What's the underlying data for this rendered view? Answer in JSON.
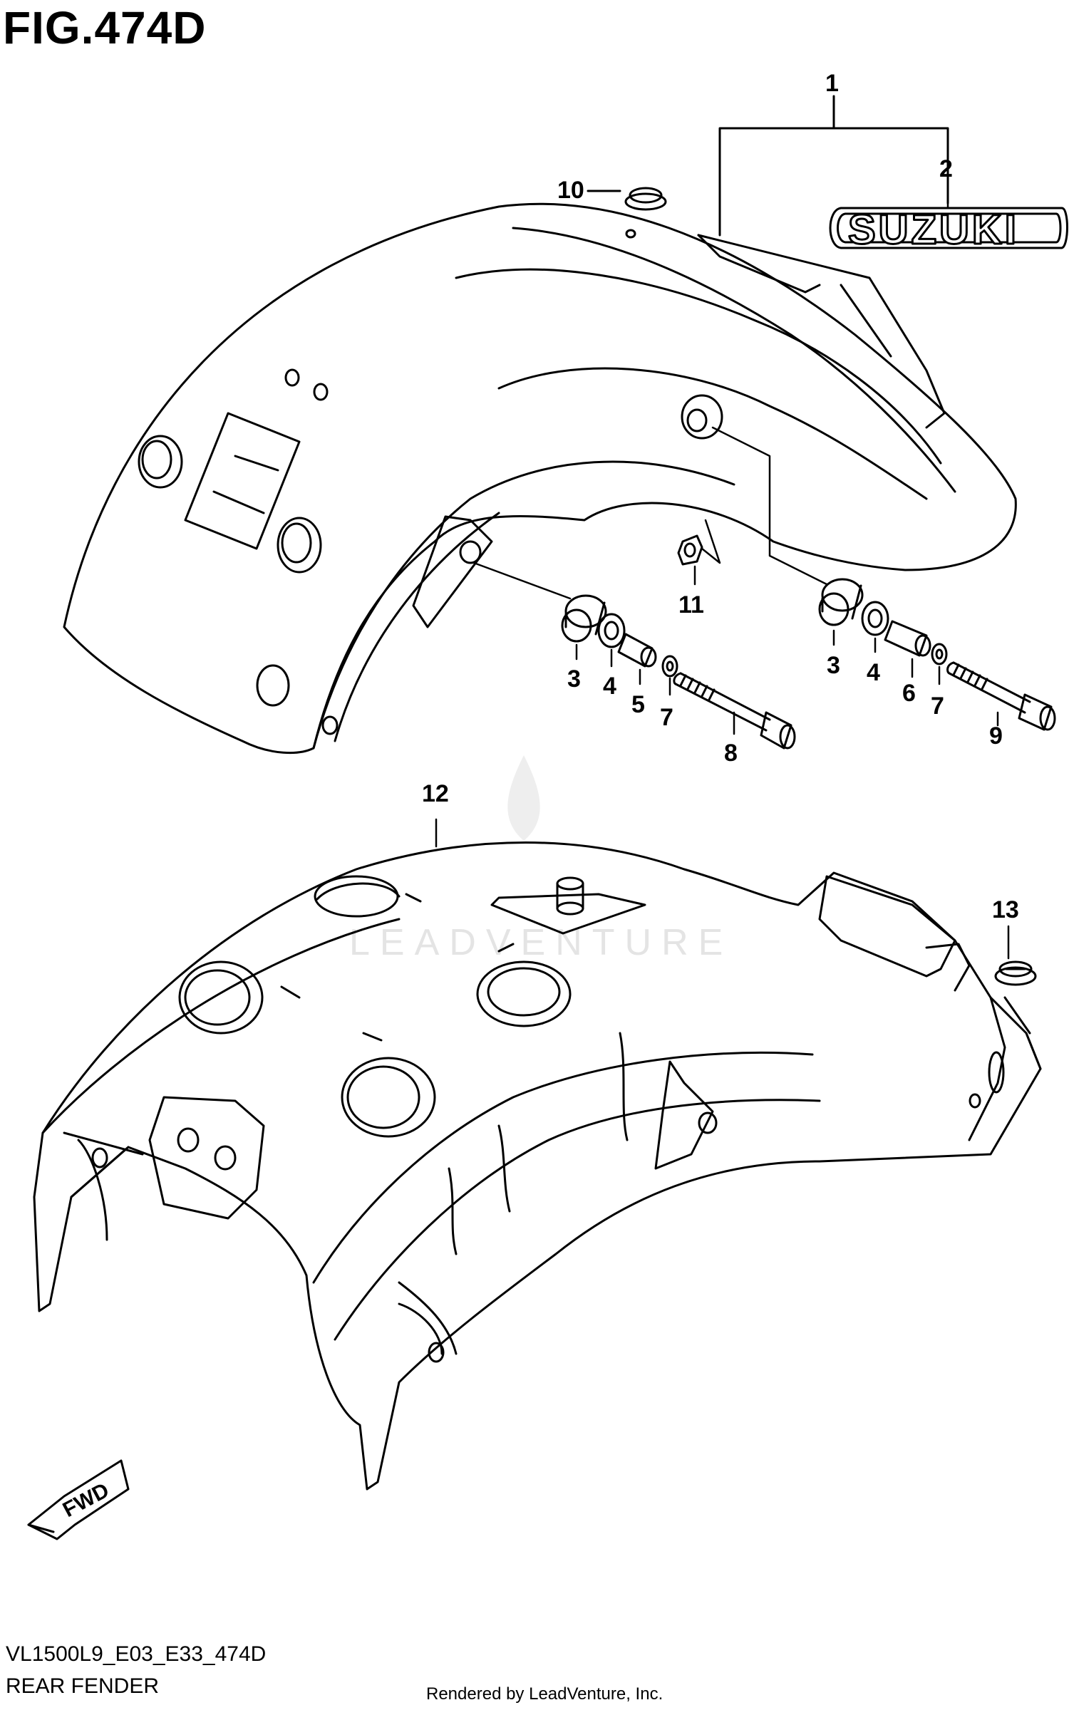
{
  "figure": {
    "title": "FIG.474D",
    "model_code": "VL1500L9_E03_E33_474D",
    "caption": "REAR FENDER",
    "credit": "Rendered by LeadVenture, Inc."
  },
  "emblem": {
    "text": "SUZUKI"
  },
  "watermark": {
    "text": "LEADVENTURE"
  },
  "direction_badge": {
    "text": "FWD"
  },
  "callouts": [
    {
      "id": "1",
      "label": "1"
    },
    {
      "id": "2",
      "label": "2"
    },
    {
      "id": "3a",
      "label": "3"
    },
    {
      "id": "3b",
      "label": "3"
    },
    {
      "id": "4a",
      "label": "4"
    },
    {
      "id": "4b",
      "label": "4"
    },
    {
      "id": "5",
      "label": "5"
    },
    {
      "id": "6",
      "label": "6"
    },
    {
      "id": "7a",
      "label": "7"
    },
    {
      "id": "7b",
      "label": "7"
    },
    {
      "id": "8",
      "label": "8"
    },
    {
      "id": "9",
      "label": "9"
    },
    {
      "id": "10",
      "label": "10"
    },
    {
      "id": "11",
      "label": "11"
    },
    {
      "id": "12",
      "label": "12"
    },
    {
      "id": "13",
      "label": "13"
    }
  ]
}
